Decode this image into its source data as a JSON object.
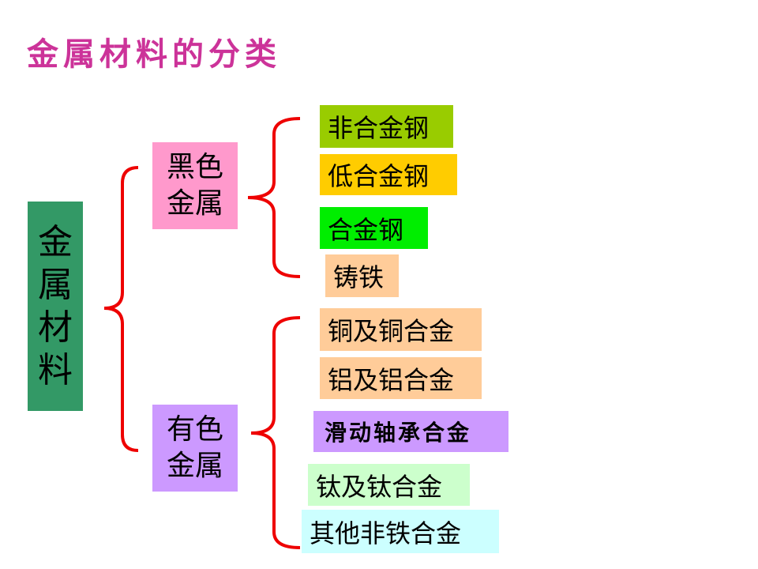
{
  "title": "金属材料的分类",
  "root": {
    "label": "金属材料",
    "chars": [
      "金",
      "属",
      "材",
      "料"
    ],
    "color": "#339966"
  },
  "categories": [
    {
      "label_line1": "黑色",
      "label_line2": "金属",
      "color": "#ff99cc",
      "items": [
        {
          "label": "非合金钢",
          "color": "#99cc00"
        },
        {
          "label": "低合金钢",
          "color": "#ffcc00"
        },
        {
          "label": "合金钢",
          "color": "#00ee00"
        },
        {
          "label": "铸铁",
          "color": "#ffcc99"
        }
      ]
    },
    {
      "label_line1": "有色",
      "label_line2": "金属",
      "color": "#cc99ff",
      "items": [
        {
          "label": "铜及铜合金",
          "color": "#ffcc99"
        },
        {
          "label": "铝及铝合金",
          "color": "#ffcc99"
        },
        {
          "label": "滑动轴承合金",
          "color": "#cc99ff"
        },
        {
          "label": "钛及钛合金",
          "color": "#ccffcc"
        },
        {
          "label": "其他非铁合金",
          "color": "#ccffff"
        }
      ]
    }
  ],
  "brace_color": "#ee0000"
}
